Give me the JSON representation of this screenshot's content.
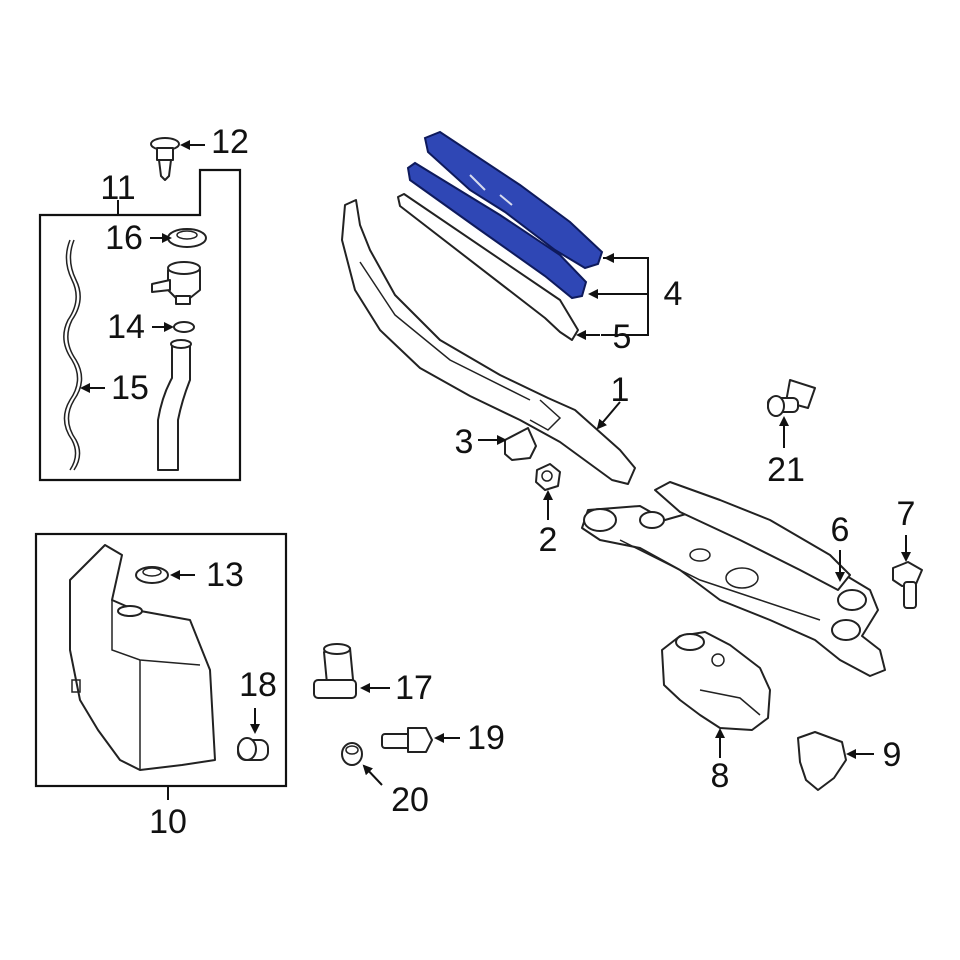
{
  "diagram": {
    "highlight_color": "#2f47b5",
    "callouts": [
      {
        "id": "1",
        "text": "1"
      },
      {
        "id": "2",
        "text": "2"
      },
      {
        "id": "3",
        "text": "3"
      },
      {
        "id": "4",
        "text": "4"
      },
      {
        "id": "5",
        "text": "5"
      },
      {
        "id": "6",
        "text": "6"
      },
      {
        "id": "7",
        "text": "7"
      },
      {
        "id": "8",
        "text": "8"
      },
      {
        "id": "9",
        "text": "9"
      },
      {
        "id": "10",
        "text": "10"
      },
      {
        "id": "11",
        "text": "11"
      },
      {
        "id": "12",
        "text": "12"
      },
      {
        "id": "13",
        "text": "13"
      },
      {
        "id": "14",
        "text": "14"
      },
      {
        "id": "15",
        "text": "15"
      },
      {
        "id": "16",
        "text": "16"
      },
      {
        "id": "17",
        "text": "17"
      },
      {
        "id": "18",
        "text": "18"
      },
      {
        "id": "19",
        "text": "19"
      },
      {
        "id": "20",
        "text": "20"
      },
      {
        "id": "21",
        "text": "21"
      }
    ]
  }
}
